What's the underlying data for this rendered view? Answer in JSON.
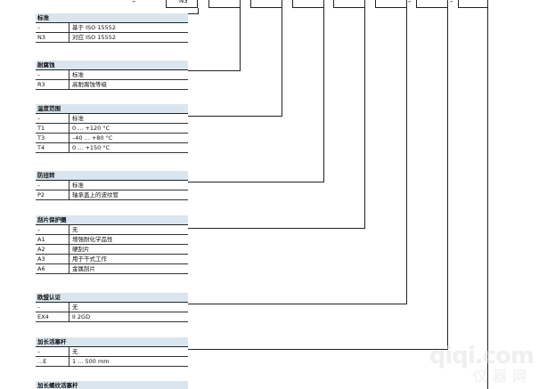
{
  "header": {
    "leading_dash": "–",
    "first_box": "N3",
    "separator_1": "-",
    "separator_2": "-"
  },
  "sections": [
    {
      "title": "标准",
      "rows": [
        {
          "code": "–",
          "desc": "基于 ISO 15552"
        },
        {
          "code": "N3",
          "desc": "对应 ISO 15552"
        }
      ]
    },
    {
      "title": "耐腐蚀",
      "rows": [
        {
          "code": "–",
          "desc": "标准"
        },
        {
          "code": "R3",
          "desc": "高耐腐蚀等级"
        }
      ]
    },
    {
      "title": "温度范围",
      "rows": [
        {
          "code": "–",
          "desc": "标准"
        },
        {
          "code": "T1",
          "desc": "0 ... +120 °C"
        },
        {
          "code": "T3",
          "desc": "–40 ... +80 °C"
        },
        {
          "code": "T4",
          "desc": "0 ... +150 °C"
        }
      ]
    },
    {
      "title": "防扭转",
      "rows": [
        {
          "code": "–",
          "desc": "标准"
        },
        {
          "code": "P2",
          "desc": "轴承盖上的波纹管"
        }
      ]
    },
    {
      "title": "刮片保护圈",
      "rows": [
        {
          "code": "–",
          "desc": "无"
        },
        {
          "code": "A1",
          "desc": "增强耐化学品性"
        },
        {
          "code": "A2",
          "desc": "硬刮片"
        },
        {
          "code": "A3",
          "desc": "用于干式工作"
        },
        {
          "code": "A6",
          "desc": "金属刮片"
        }
      ]
    },
    {
      "title": "欧盟认证",
      "rows": [
        {
          "code": "–",
          "desc": "无"
        },
        {
          "code": "EX4",
          "desc": "II 2GD"
        }
      ]
    },
    {
      "title": "加长活塞杆",
      "rows": [
        {
          "code": "–",
          "desc": "无"
        },
        {
          "code": "...E",
          "desc": "1 ... 500 mm"
        }
      ]
    },
    {
      "title": "加长螺纹活塞杆",
      "rows": []
    }
  ],
  "watermark": {
    "top": "qiqi.com",
    "bottom": "仪器网"
  }
}
